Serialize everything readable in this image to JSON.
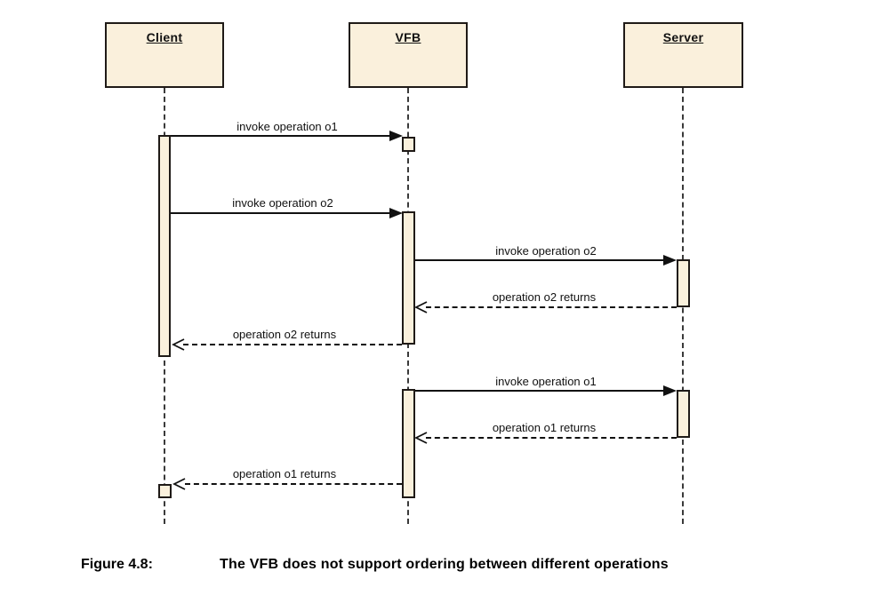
{
  "diagram": {
    "type": "uml-sequence",
    "participants": [
      {
        "name": "Client"
      },
      {
        "name": "VFB"
      },
      {
        "name": "Server"
      }
    ],
    "messages": [
      {
        "label": "invoke operation o1",
        "from": "Client",
        "to": "VFB",
        "kind": "sync"
      },
      {
        "label": "invoke operation o2",
        "from": "Client",
        "to": "VFB",
        "kind": "sync"
      },
      {
        "label": "invoke operation o2",
        "from": "VFB",
        "to": "Server",
        "kind": "sync"
      },
      {
        "label": "operation o2 returns",
        "from": "Server",
        "to": "VFB",
        "kind": "return"
      },
      {
        "label": "operation o2 returns",
        "from": "VFB",
        "to": "Client",
        "kind": "return"
      },
      {
        "label": "invoke operation o1",
        "from": "VFB",
        "to": "Server",
        "kind": "sync"
      },
      {
        "label": "operation o1 returns",
        "from": "Server",
        "to": "VFB",
        "kind": "return"
      },
      {
        "label": "operation o1 returns",
        "from": "VFB",
        "to": "Client",
        "kind": "return"
      }
    ],
    "colors": {
      "box_fill": "#faf0dc",
      "box_border": "#1f1a17",
      "line": "#111111",
      "background": "#ffffff"
    }
  },
  "caption": {
    "label": "Figure 4.8:",
    "text": "The VFB does not support ordering between different operations"
  }
}
